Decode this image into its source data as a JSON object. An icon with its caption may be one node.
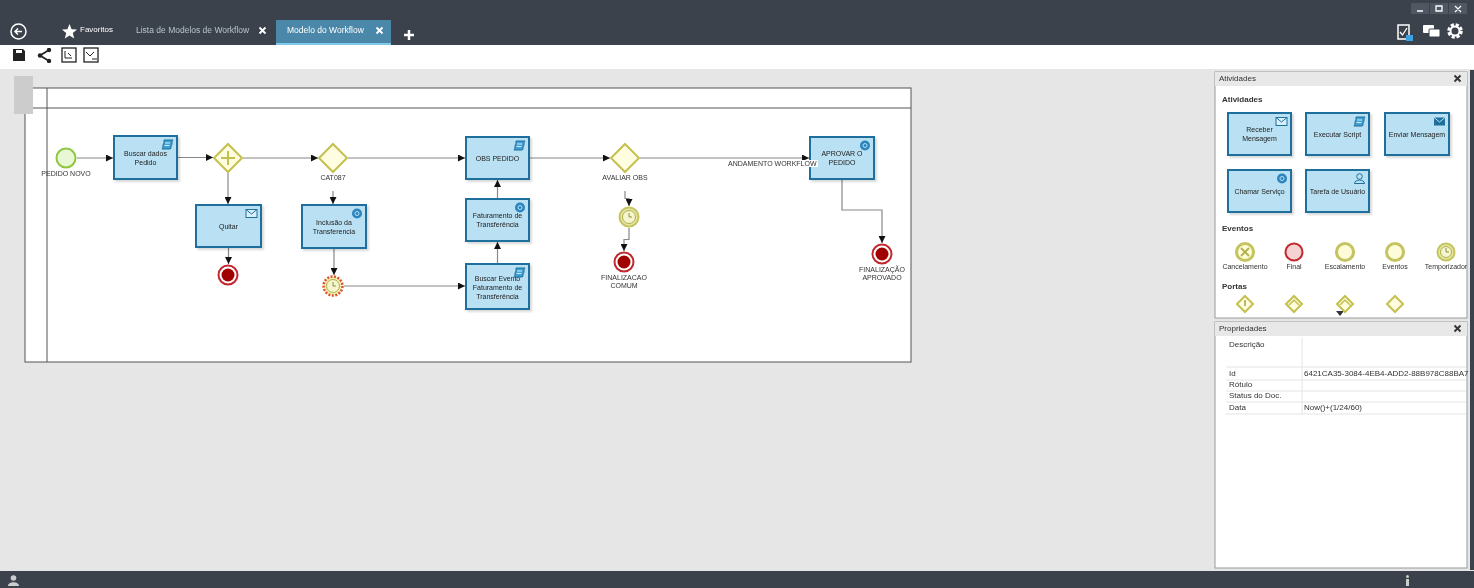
{
  "diagram": {
    "nodes": [
      {
        "text": [
          "PEDIDO NOVO"
        ]
      },
      {
        "text": [
          "Buscar dados Pedido"
        ]
      },
      {
        "text": [],
        "shape": "diamond"
      },
      {
        "text": [
          "CAT087"
        ]
      },
      {
        "text": [
          "Quitar"
        ]
      },
      {
        "text": [],
        "shape": "circle"
      },
      {
        "text": [
          "Inclusão da Transferencia"
        ]
      },
      {
        "text": [],
        "shape": "circle"
      },
      {
        "text": [
          "OBS PEDIDO"
        ]
      },
      {
        "text": [
          "Faturamento de Transferência"
        ]
      },
      {
        "text": [
          "Buscar Evento Faturamento de Transferência"
        ]
      },
      {
        "text": [
          "AVALIAR OBS"
        ]
      },
      {
        "text": [],
        "shape": "circle"
      },
      {
        "text": [
          "FINALIZACAO COMUM"
        ]
      },
      {
        "text": [
          "APROVAR O PEDIDO"
        ]
      },
      {
        "text": [
          "FINALIZAÇÃO APROVADO"
        ]
      },
      {
        "text": [
          "Receber Mensagem"
        ]
      },
      {
        "text": [
          "Executar Script"
        ]
      },
      {
        "text": [
          "Enviar Mensagem"
        ]
      },
      {
        "text": [
          "Chamar Serviço"
        ]
      },
      {
        "text": [
          "Tarefa de Usuário"
        ]
      },
      {
        "text": [
          "Cancelamento"
        ]
      },
      {
        "text": [
          "Final"
        ]
      },
      {
        "text": [
          "Escalamento"
        ]
      },
      {
        "text": [
          "Eventos"
        ]
      },
      {
        "text": [
          "Temporizador"
        ]
      },
      {
        "text": [],
        "shape": "diamond"
      },
      {
        "text": [],
        "shape": "diamond"
      },
      {
        "text": [],
        "shape": "diamond"
      },
      {
        "text": [],
        "shape": "diamond"
      }
    ],
    "edges": [
      {
        "from": 0,
        "to": 1,
        "arrow": "to"
      },
      {
        "from": 1,
        "to": 2,
        "arrow": "to"
      },
      {
        "from": 2,
        "to": 3,
        "arrow": "to"
      },
      {
        "from": 2,
        "to": 4,
        "arrow": "to"
      },
      {
        "from": 4,
        "to": 5,
        "arrow": "to"
      },
      {
        "from": 3,
        "to": 8,
        "arrow": "to"
      },
      {
        "from": 3,
        "to": 6,
        "arrow": "to"
      },
      {
        "from": 6,
        "to": 7,
        "arrow": "to"
      },
      {
        "from": 7,
        "to": 10,
        "arrow": "to"
      },
      {
        "from": 10,
        "to": 9,
        "arrow": "to"
      },
      {
        "from": 9,
        "to": 8,
        "arrow": "to"
      },
      {
        "from": 8,
        "to": 11,
        "arrow": "to"
      },
      {
        "from": 11,
        "to": 14,
        "arrow": "to",
        "label": "ANDAMENTO WORKFLOW"
      },
      {
        "from": 11,
        "to": 12,
        "arrow": "to"
      },
      {
        "from": 12,
        "to": 13,
        "arrow": "to"
      },
      {
        "from": 14,
        "to": 15,
        "arrow": "to"
      }
    ],
    "labels": [
      "Favoritos",
      "Lista de Modelos de Workflow",
      "Modelo do Workflow",
      "Atividades",
      "Atividades",
      "Eventos",
      "Portas",
      "Propriedades",
      "Descrição",
      "Id",
      "6421CA35-3084-4EB4-ADD2-88B978C88BA7",
      "Rótulo",
      "Status do Doc.",
      "Data",
      "Now()+(1/24/60)"
    ]
  }
}
